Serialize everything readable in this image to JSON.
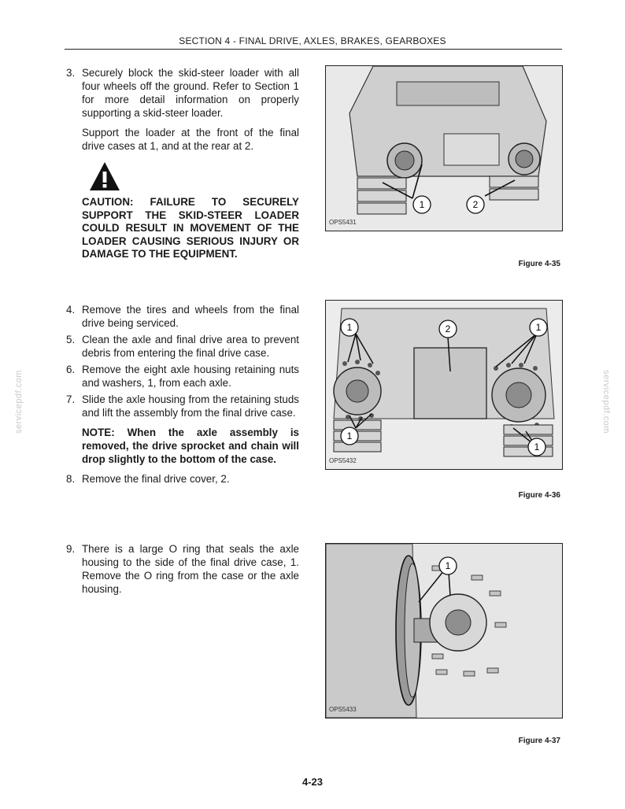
{
  "header": {
    "title": "SECTION 4 - FINAL DRIVE, AXLES, BRAKES, GEARBOXES"
  },
  "watermark": "servicepdf.com",
  "steps": [
    {
      "num": "3.",
      "text": "Securely block the skid-steer loader with all four wheels off the ground. Refer to Section 1 for more detail information on properly supporting a skid-steer loader."
    },
    {
      "num": "4.",
      "text": "Remove the tires and wheels from the final drive being serviced."
    },
    {
      "num": "5.",
      "text": "Clean the axle and final drive area to prevent debris from entering the final drive case."
    },
    {
      "num": "6.",
      "text": "Remove the eight axle housing retaining nuts and washers, 1, from each axle."
    },
    {
      "num": "7.",
      "text": "Slide the axle housing from the retaining studs and lift the assembly from the final drive case."
    },
    {
      "num": "8.",
      "text": "Remove the final drive cover, 2."
    },
    {
      "num": "9.",
      "text": "There is a large O ring that seals the axle housing to the side of the final drive case, 1. Remove the O ring from the case or the axle housing."
    }
  ],
  "support_note": "Support the loader at the front of the final drive cases at 1, and at the rear at 2.",
  "caution": "CAUTION: FAILURE TO SECURELY SUPPORT THE SKID-STEER LOADER COULD RESULT IN MOVEMENT OF THE LOADER CAUSING SERIOUS INJURY OR DAMAGE TO THE EQUIPMENT.",
  "note": "NOTE: When the axle assembly is removed, the drive sprocket and chain will drop slightly to the bottom of the case.",
  "figures": [
    {
      "code": "OPS5431",
      "caption": "Figure 4-35",
      "callouts": [
        "1",
        "2"
      ]
    },
    {
      "code": "OPS5432",
      "caption": "Figure 4-36",
      "callouts": [
        "1",
        "2",
        "1",
        "1",
        "1"
      ]
    },
    {
      "code": "OPS5433",
      "caption": "Figure 4-37",
      "callouts": [
        "1"
      ]
    }
  ],
  "page_number": "4-23"
}
